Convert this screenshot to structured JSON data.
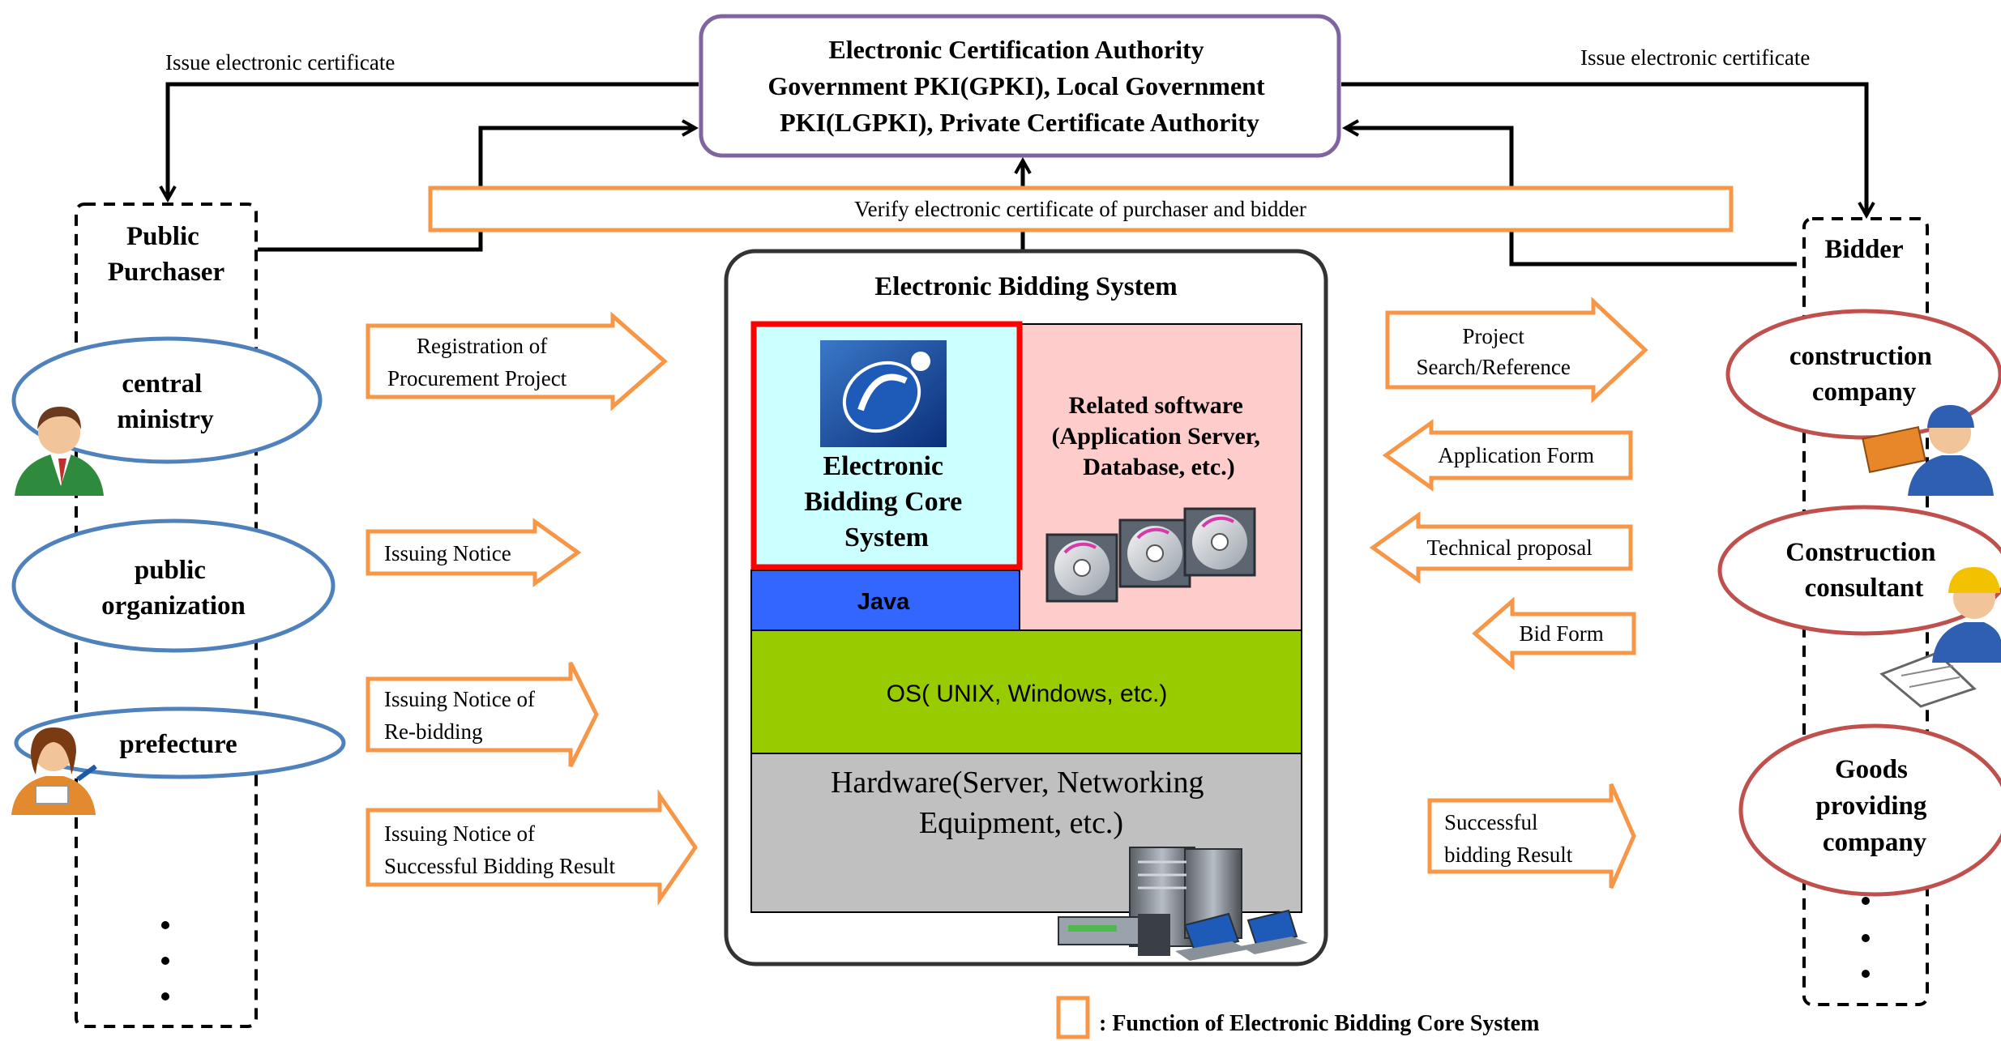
{
  "authority": {
    "lines": [
      "Electronic Certification Authority",
      "Government PKI(GPKI), Local Government",
      "PKI(LGPKI),  Private Certificate Authority"
    ]
  },
  "issue_left_label": "Issue  electronic  certificate",
  "issue_right_label": "Issue  electronic  certificate",
  "verify_label": "Verify  electronic  certificate  of purchaser  and bidder",
  "purchaser": {
    "title_lines": [
      "Public",
      "Purchaser"
    ],
    "items": [
      {
        "lines": [
          "central",
          "ministry"
        ]
      },
      {
        "lines": [
          "public",
          "organization"
        ]
      },
      {
        "lines": [
          "prefecture"
        ]
      }
    ]
  },
  "bidder": {
    "title": "Bidder",
    "items": [
      {
        "lines": [
          "construction",
          "company"
        ]
      },
      {
        "lines": [
          "Construction",
          "consultant"
        ]
      },
      {
        "lines": [
          "Goods",
          "providing",
          "company"
        ]
      }
    ]
  },
  "left_functions": [
    {
      "lines": [
        "Registration  of",
        "Procurement  Project"
      ]
    },
    {
      "lines": [
        "Issuing  Notice"
      ]
    },
    {
      "lines": [
        "Issuing  Notice of",
        "Re-bidding"
      ]
    },
    {
      "lines": [
        "Issuing  Notice  of",
        "Successful  Bidding  Result"
      ]
    }
  ],
  "right_functions": [
    {
      "lines": [
        "Project",
        "Search/Reference"
      ]
    },
    {
      "lines": [
        "Application  Form"
      ]
    },
    {
      "lines": [
        "Technical  proposal"
      ]
    },
    {
      "lines": [
        "Bid Form"
      ]
    },
    {
      "lines": [
        "Successful",
        "bidding  Result"
      ]
    }
  ],
  "system": {
    "title": "Electronic Bidding System",
    "core_lines": [
      "Electronic",
      "Bidding Core",
      "System"
    ],
    "related_lines": [
      "Related software",
      "(Application  Server,",
      "Database, etc.)"
    ],
    "java": "Java",
    "os": "OS( UNIX, Windows, etc.)",
    "hardware_lines": [
      "Hardware(Server,  Networking",
      "Equipment,  etc.)"
    ]
  },
  "legend_label": ": Function  of Electronic  Bidding  Core System",
  "colors": {
    "orange": "#F79646",
    "purple": "#8064A2",
    "blue": "#4F81BD",
    "red": "#C0504D",
    "core_bg": "#CCFFFF",
    "related_bg": "#FFCCCC",
    "java_bg": "#3366FF",
    "os_bg": "#99CC00",
    "hw_bg": "#C0C0C0"
  }
}
